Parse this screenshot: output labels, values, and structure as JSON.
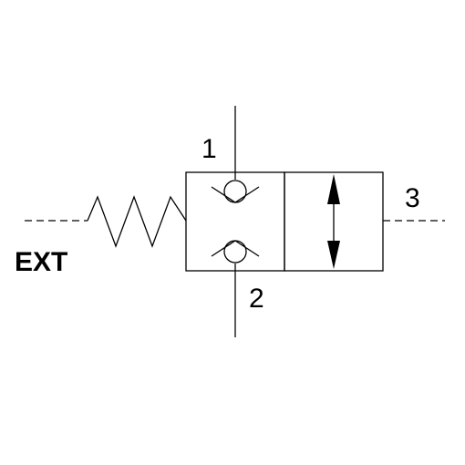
{
  "labels": {
    "port_1": "1",
    "port_2": "2",
    "port_3": "3",
    "external": "EXT"
  },
  "colors": {
    "line": "#000000",
    "background": "#ffffff"
  }
}
